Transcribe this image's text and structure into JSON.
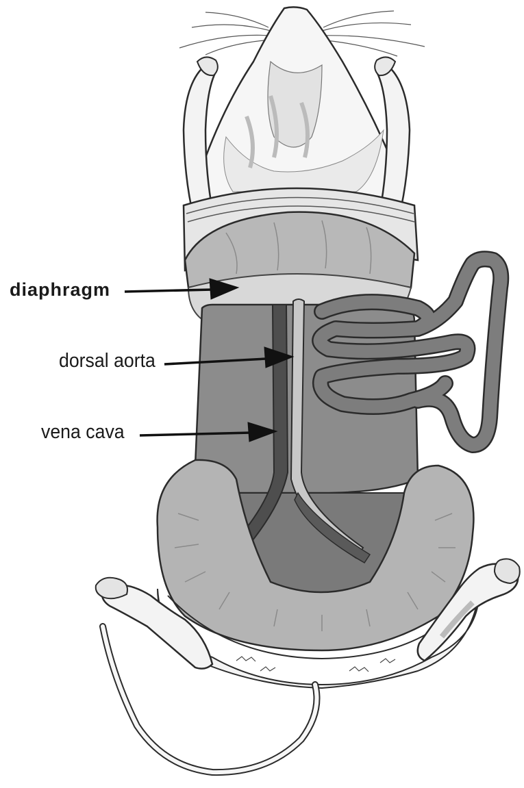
{
  "labels": {
    "diaphragm": "diaphragm",
    "dorsal_aorta": "dorsal aorta",
    "vena_cava": "vena cava"
  },
  "colors": {
    "background": "#ffffff",
    "outline": "#2b2b2b",
    "cavity": "#8c8c8c",
    "flap": "#b4b4b4",
    "intestine": "#7d7d7d",
    "vena_cava": "#4e4e4e",
    "dorsal_aorta": "#c8c8c8",
    "fur": "#f4f4f4"
  }
}
